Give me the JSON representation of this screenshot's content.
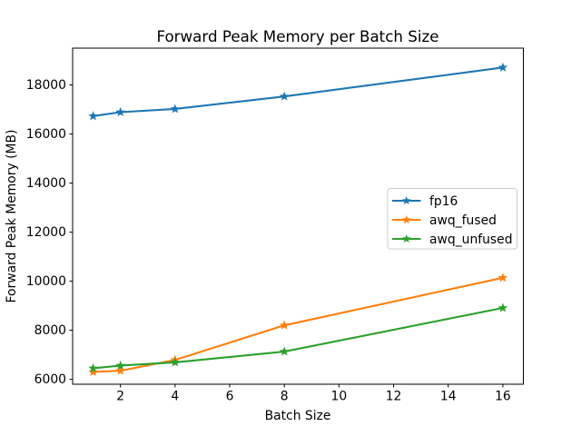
{
  "figure": {
    "kind": "matplotlib-figure"
  },
  "chart_data": {
    "type": "line",
    "title": "Forward Peak Memory per Batch Size",
    "xlabel": "Batch Size",
    "ylabel": "Forward Peak Memory (MB)",
    "x": [
      1,
      2,
      4,
      8,
      16
    ],
    "series": [
      {
        "name": "fp16",
        "color": "#1f77b4",
        "values": [
          16730,
          16890,
          17020,
          17530,
          18710
        ]
      },
      {
        "name": "awq_fused",
        "color": "#ff7f0e",
        "values": [
          6300,
          6350,
          6790,
          8200,
          10140
        ]
      },
      {
        "name": "awq_unfused",
        "color": "#2ca02c",
        "values": [
          6450,
          6560,
          6690,
          7130,
          8910
        ]
      }
    ],
    "xticks": [
      2,
      4,
      6,
      8,
      10,
      12,
      14,
      16
    ],
    "yticks": [
      6000,
      8000,
      10000,
      12000,
      14000,
      16000,
      18000
    ],
    "xlim": [
      0.25,
      16.75
    ],
    "ylim": [
      5800,
      19500
    ],
    "marker": "star",
    "grid": false,
    "legend_position": "center-right",
    "legend_entries": [
      "fp16",
      "awq_fused",
      "awq_unfused"
    ],
    "axis_color": "#000000",
    "legend_border_color": "#cccccc",
    "background": "#ffffff"
  }
}
